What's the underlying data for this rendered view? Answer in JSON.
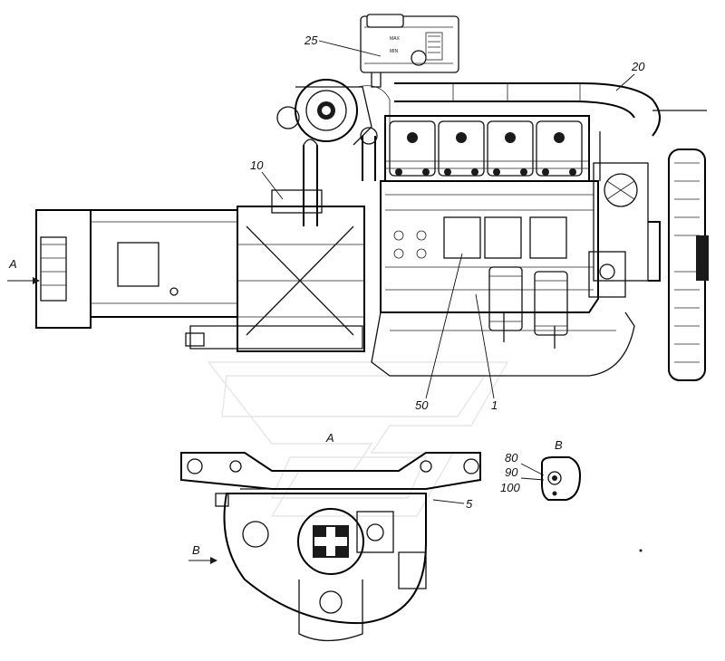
{
  "callouts": {
    "c25": "25",
    "c20": "20",
    "c10": "10",
    "c50": "50",
    "c1": "1",
    "c5": "5",
    "c80": "80",
    "c90": "90",
    "c100": "100"
  },
  "views": {
    "arrow_a": "A",
    "arrow_b": "B",
    "view_a_title": "A",
    "view_b_title": "B"
  },
  "tank_marks": {
    "max_mark": "MAX",
    "min_mark": "MIN"
  }
}
